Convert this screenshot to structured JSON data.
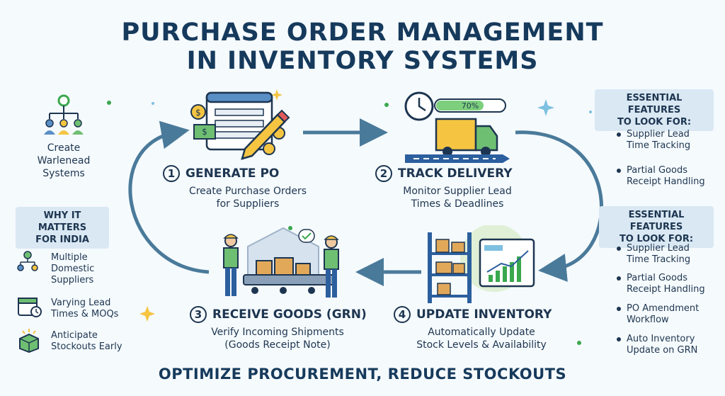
{
  "title": {
    "line1": "PURCHASE ORDER MANAGEMENT",
    "line2": "IN INVENTORY SYSTEMS"
  },
  "steps": [
    {
      "num": "1",
      "title": "GENERATE PO",
      "sub1": "Create Purchase Orders",
      "sub2": "for Suppliers"
    },
    {
      "num": "2",
      "title": "TRACK DELIVERY",
      "sub1": "Monitor Supplier Lead",
      "sub2": "Times & Deadlines"
    },
    {
      "num": "3",
      "title": "RECEIVE GOODS (GRN)",
      "sub1": "Verify Incoming Shipments",
      "sub2": "(Goods Receipt Note)"
    },
    {
      "num": "4",
      "title": "UPDATE INVENTORY",
      "sub1": "Automatically Update",
      "sub2": "Stock Levels & Availability"
    }
  ],
  "progress": {
    "label": "70%",
    "value": 0.7
  },
  "left": {
    "create": [
      "Create",
      "Warlenead",
      "Systems"
    ],
    "why_box": [
      "WHY IT MATTERS",
      "FOR INDIA"
    ],
    "items": [
      [
        "Multiple",
        "Domestic",
        "Suppliers"
      ],
      [
        "Varying Lead",
        "Times & MOQs"
      ],
      [
        "Anticipate",
        "Stockouts Early"
      ]
    ]
  },
  "right": {
    "box1": [
      "ESSENTIAL FEATURES",
      "TO LOOK FOR:"
    ],
    "features1": [
      [
        "Supplier Lead",
        "Time Tracking"
      ],
      [
        "Partial Goods",
        "Receipt Handling"
      ]
    ],
    "box2": [
      "ESSENTIAL FEATURES",
      "TO LOOK FOR:"
    ],
    "features2": [
      [
        "Supplier Lead",
        "Time Tracking"
      ],
      [
        "Partial Goods",
        "Receipt Handling"
      ],
      [
        "PO Amendment",
        "Workflow"
      ],
      [
        "Auto Inventory",
        "Update on GRN"
      ]
    ]
  },
  "bottom": "OPTIMIZE PROCUREMENT, REDUCE STOCKOUTS",
  "colors": {
    "accent": "#4a7a9a",
    "navy": "#1d3550",
    "green": "#3aa84e",
    "yellow": "#f5c542",
    "box": "#d9e8f3"
  }
}
